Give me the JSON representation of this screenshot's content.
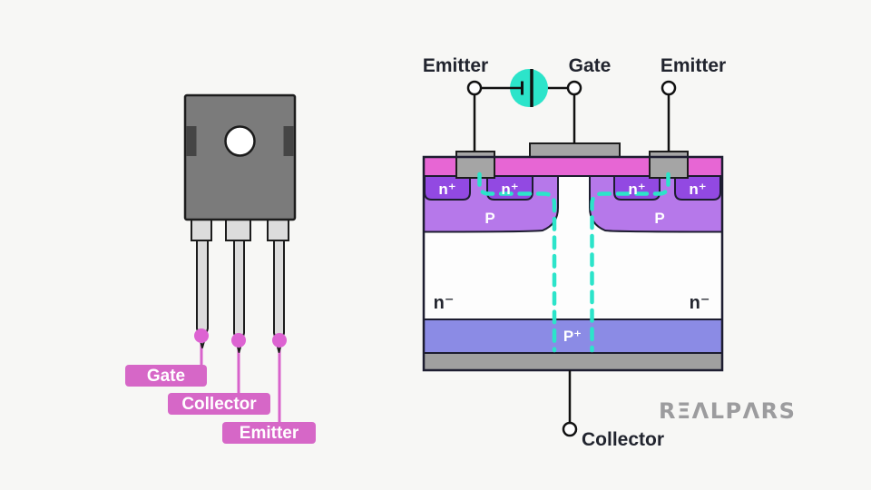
{
  "package": {
    "pin_labels": [
      "Gate",
      "Collector",
      "Emitter"
    ]
  },
  "cross_section": {
    "terminal_emitter_left": "Emitter",
    "terminal_gate": "Gate",
    "terminal_emitter_right": "Emitter",
    "terminal_collector": "Collector",
    "n_plus_labels": [
      "n⁺",
      "n⁺",
      "n⁺",
      "n⁺"
    ],
    "p_body_labels": [
      "P",
      "P"
    ],
    "n_minus_labels": [
      "n⁻",
      "n⁻"
    ],
    "p_plus_label": "P⁺"
  },
  "watermark": {
    "brand": "REALPARS",
    "display": "RΞΛLPΛRS"
  },
  "colors": {
    "background": "#f7f7f5",
    "emitter_metal_pink": "#e766d4",
    "pin_label_pink": "#d667c7",
    "pin_dot_pink": "#dd63d2",
    "n_plus_purple": "#9249e2",
    "p_body_purple": "#b678ea",
    "p_plus_periwinkle": "#8b8be5",
    "channel_teal": "#2ce4ca",
    "metal_gray": "#a5a5a5",
    "package_gray": "#7b7b7b",
    "outline_dark": "#1d1d30"
  }
}
